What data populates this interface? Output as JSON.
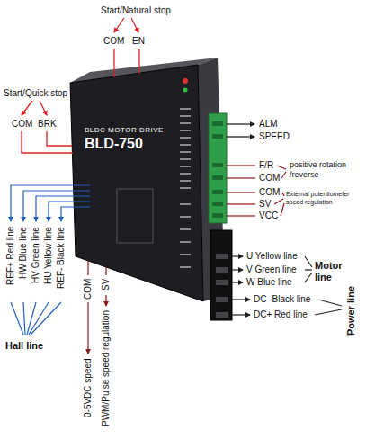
{
  "diagram": {
    "nodes": [
      {
        "text": [
          "BLDC MOTOR DRIVE",
          "BLD-750"
        ]
      }
    ],
    "labels": [
      "Start/Natural stop",
      "COM",
      "EN",
      "Start/Quick stop",
      "COM",
      "BRK",
      "ALM",
      "SPEED",
      "F/R",
      "positive rotation /reverse",
      "COM",
      "COM",
      "External potentiometer speed regulation",
      "SV",
      "VCC",
      "REF+ Red line",
      "HW Blue line",
      "HV Green line",
      "HU Yellow line",
      "REF- Black line",
      "COM",
      "SV",
      "U Yellow line",
      "V Green line",
      "W Blue line",
      "Motor line",
      "DC- Black line",
      "DC+ Red line",
      "Power line",
      "Hall line",
      "0-5VDC speed",
      "PWM/Pulse speed regulation"
    ]
  }
}
